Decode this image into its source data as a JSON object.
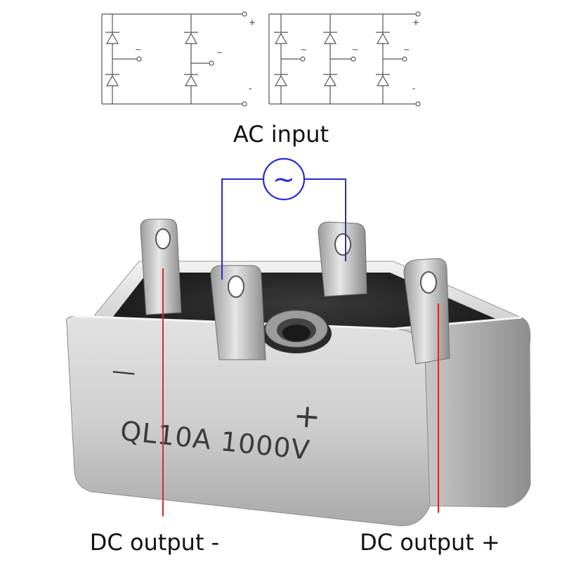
{
  "schematic": {
    "left": {
      "plus": "+",
      "minus": "-",
      "ac": [
        "~",
        "~"
      ]
    },
    "right": {
      "plus": "+",
      "minus": "-",
      "ac": [
        "~",
        "~",
        "~"
      ]
    }
  },
  "labels": {
    "ac_input": "AC input",
    "ac_symbol": "~",
    "dc_minus": "DC output -",
    "dc_plus": "DC output +"
  },
  "device": {
    "part_number": "QL10A 1000V",
    "minus_mark": "—",
    "plus_mark": "+"
  },
  "colors": {
    "wire_ac": "#2a2ad4",
    "wire_dc": "#d42a2a",
    "body_silver": "#c9c9c9",
    "terminal": "#b8b8b8",
    "epoxy": "#1e1e1e",
    "schematic": "#555555"
  }
}
